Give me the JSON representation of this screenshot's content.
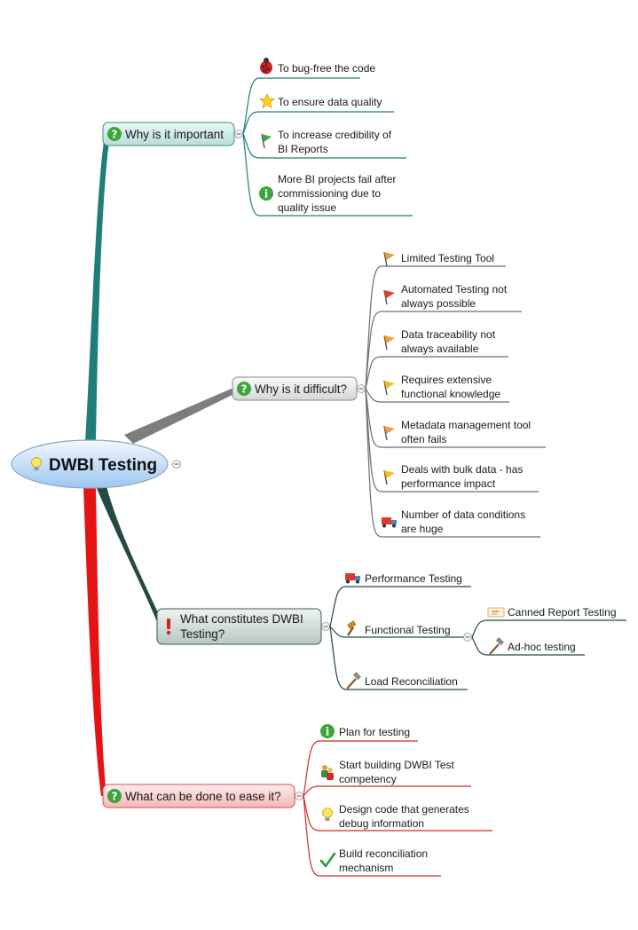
{
  "root": {
    "label": "DWBI Testing",
    "icon": "lightbulb-icon"
  },
  "colors": {
    "teal": "#1f7e78",
    "gray": "#7d7d7d",
    "darkteal": "#244a45",
    "red": "#e51414",
    "root_fill_top": "#f2f8ff",
    "root_fill_bottom": "#a8cdf2",
    "root_stroke": "#8fa6bf"
  },
  "branches": [
    {
      "label": "Why is it important",
      "icon": "question-icon",
      "color": "#1f7e78",
      "items": [
        {
          "lines": [
            "To bug-free the code"
          ],
          "icon": "ladybug-icon"
        },
        {
          "lines": [
            "To ensure data quality"
          ],
          "icon": "star-icon"
        },
        {
          "lines": [
            "To increase credibility of",
            "BI Reports"
          ],
          "icon": "green-flag-icon"
        },
        {
          "lines": [
            "More BI projects fail after",
            "commissioning due to",
            "quality issue"
          ],
          "icon": "info-icon"
        }
      ]
    },
    {
      "label": "Why is it difficult?",
      "icon": "question-icon",
      "color": "#7d7d7d",
      "items": [
        {
          "lines": [
            "Limited Testing Tool"
          ],
          "icon": "orange-flag-icon"
        },
        {
          "lines": [
            "Automated Testing not",
            "always possible"
          ],
          "icon": "red-flag-icon"
        },
        {
          "lines": [
            "Data traceability not",
            "always available"
          ],
          "icon": "orange-flag-icon"
        },
        {
          "lines": [
            "Requires extensive",
            "functional knowledge"
          ],
          "icon": "yellow-flag-icon"
        },
        {
          "lines": [
            "Metadata management tool",
            "often fails"
          ],
          "icon": "orange-flag-icon"
        },
        {
          "lines": [
            "Deals with bulk data - has",
            "performance impact"
          ],
          "icon": "yellow-flag-icon"
        },
        {
          "lines": [
            "Number of data conditions",
            "are huge"
          ],
          "icon": "truck-icon"
        }
      ]
    },
    {
      "label_lines": [
        "What constitutes DWBI",
        "Testing?"
      ],
      "icon": "exclamation-icon",
      "color": "#244a45",
      "items": [
        {
          "lines": [
            "Performance Testing"
          ],
          "icon": "truck-icon"
        },
        {
          "lines": [
            "Functional Testing"
          ],
          "icon": "gavel-icon",
          "children": [
            {
              "lines": [
                "Canned Report Testing"
              ],
              "icon": "ticket-icon"
            },
            {
              "lines": [
                "Ad-hoc testing"
              ],
              "icon": "hammer-icon"
            }
          ]
        },
        {
          "lines": [
            "Load Reconciliation"
          ],
          "icon": "hammer-icon"
        }
      ]
    },
    {
      "label": "What can be done to ease it?",
      "icon": "question-icon",
      "color": "#e51414",
      "items": [
        {
          "lines": [
            "Plan for testing"
          ],
          "icon": "info-icon"
        },
        {
          "lines": [
            "Start building DWBI Test",
            "competency"
          ],
          "icon": "people-icon"
        },
        {
          "lines": [
            "Design code that generates",
            "debug information"
          ],
          "icon": "lightbulb-icon"
        },
        {
          "lines": [
            "Build reconciliation",
            "mechanism"
          ],
          "icon": "checkmark-icon"
        }
      ]
    }
  ]
}
